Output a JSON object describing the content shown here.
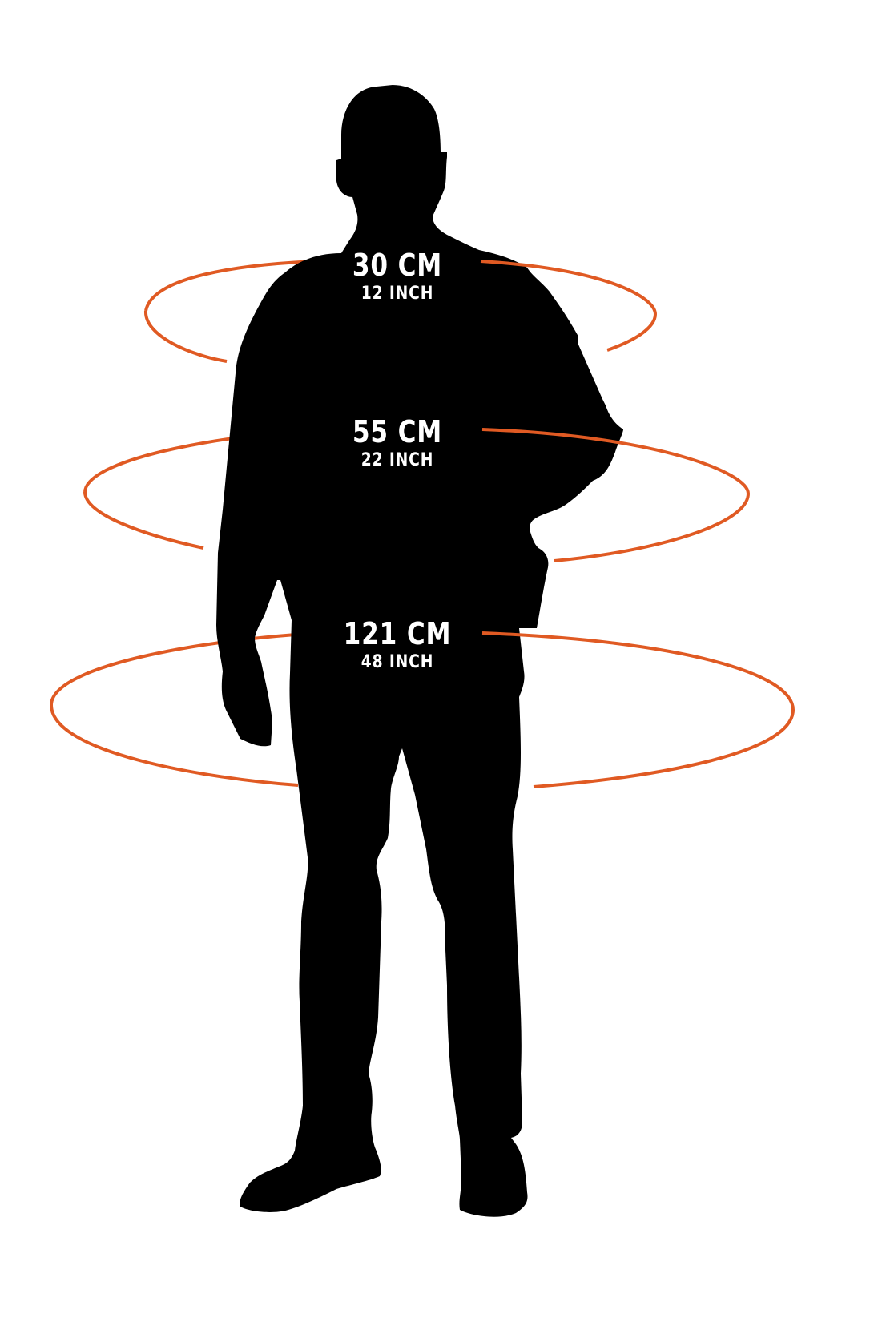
{
  "colors": {
    "ring": "#e05a23",
    "silhouette": "#000000",
    "label_text": "#ffffff",
    "background": "#ffffff"
  },
  "measurements": [
    {
      "cm": "30 CM",
      "inch": "12 INCH"
    },
    {
      "cm": "55 CM",
      "inch": "22 INCH"
    },
    {
      "cm": "121 CM",
      "inch": "48 INCH"
    }
  ]
}
